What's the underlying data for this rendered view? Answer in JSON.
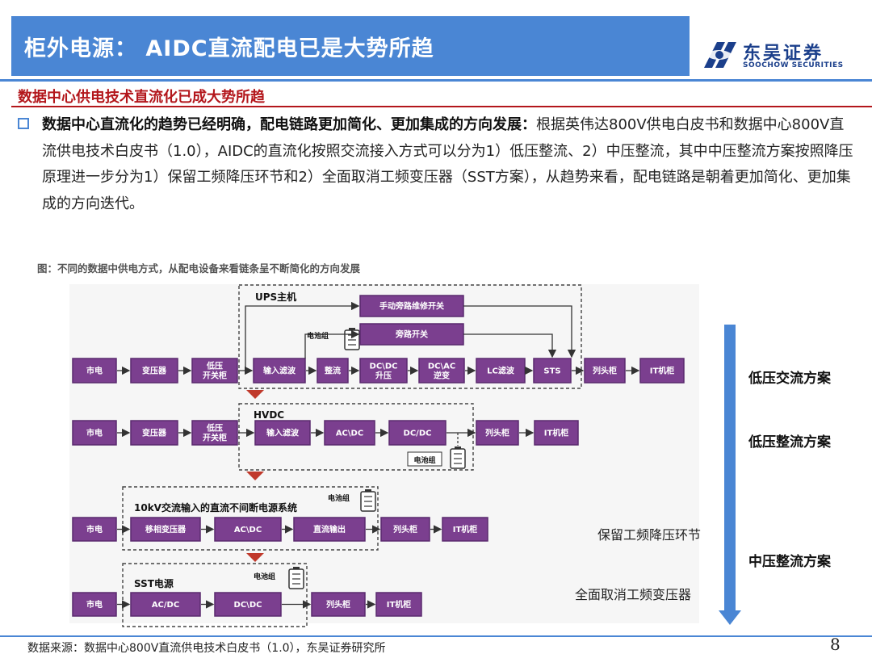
{
  "header": {
    "title": "柜外电源： AIDC直流配电已是大势所趋",
    "logo_cn": "东吴证券",
    "logo_en": "SOOCHOW SECURITIES"
  },
  "section_title": "数据中心供电技术直流化已成大势所趋",
  "paragraph": {
    "bold": "数据中心直流化的趋势已经明确，配电链路更加简化、更加集成的方向发展：",
    "rest": "根据英伟达800V供电白皮书和数据中心800V直流供电技术白皮书（1.0），AIDC的直流化按照交流接入方式可以分为1）低压整流、2）中压整流，其中中压整流方案按照降压原理进一步分为1）保留工频降压环节和2）全面取消工频变压器（SST方案），从趋势来看，配电链路是朝着更加简化、更加集成的方向迭代。"
  },
  "figure": {
    "caption": "图：不同的数据中供电方式，从配电设备来看链条呈不断简化的方向发展",
    "row1": {
      "group": "UPS主机",
      "battery": "电池组",
      "bypass_manual": "手动旁路维修开关",
      "bypass": "旁路开关",
      "boxes": [
        "市电",
        "变压器",
        "低压\n开关柜",
        "输入滤波",
        "整流",
        "DC\\DC\n升压",
        "DC\\AC\n逆变",
        "LC滤波",
        "STS",
        "列头柜",
        "IT机柜"
      ]
    },
    "row2": {
      "group": "HVDC",
      "battery": "电池组",
      "boxes": [
        "市电",
        "变压器",
        "低压\n开关柜",
        "输入滤波",
        "AC\\DC",
        "DC/DC",
        "列头柜",
        "IT机柜"
      ]
    },
    "row3": {
      "group": "10kV交流输入的直流不间断电源系统",
      "battery": "电池组",
      "boxes": [
        "市电",
        "移相变压器",
        "AC\\DC",
        "直流输出",
        "列头柜",
        "IT机柜"
      ]
    },
    "row4": {
      "group": "SST电源",
      "battery": "电池组",
      "boxes": [
        "市电",
        "AC/DC",
        "DC\\DC",
        "列头柜",
        "IT机柜"
      ]
    },
    "schemes": {
      "low_ac": "低压交流方案",
      "low_rect": "低压整流方案",
      "mid_rect": "中压整流方案",
      "keep_freq": "保留工频降压环节",
      "cancel_freq": "全面取消工频变压器"
    },
    "colors": {
      "box_fill": "#7b3f8f",
      "box_outline": "#5a2a6e",
      "arrow_blue": "#4a86d4",
      "triangle_red": "#c0392b"
    }
  },
  "footer": {
    "source": "数据来源：数据中心800V直流供电技术白皮书（1.0），东吴证券研究所",
    "page": "8"
  }
}
